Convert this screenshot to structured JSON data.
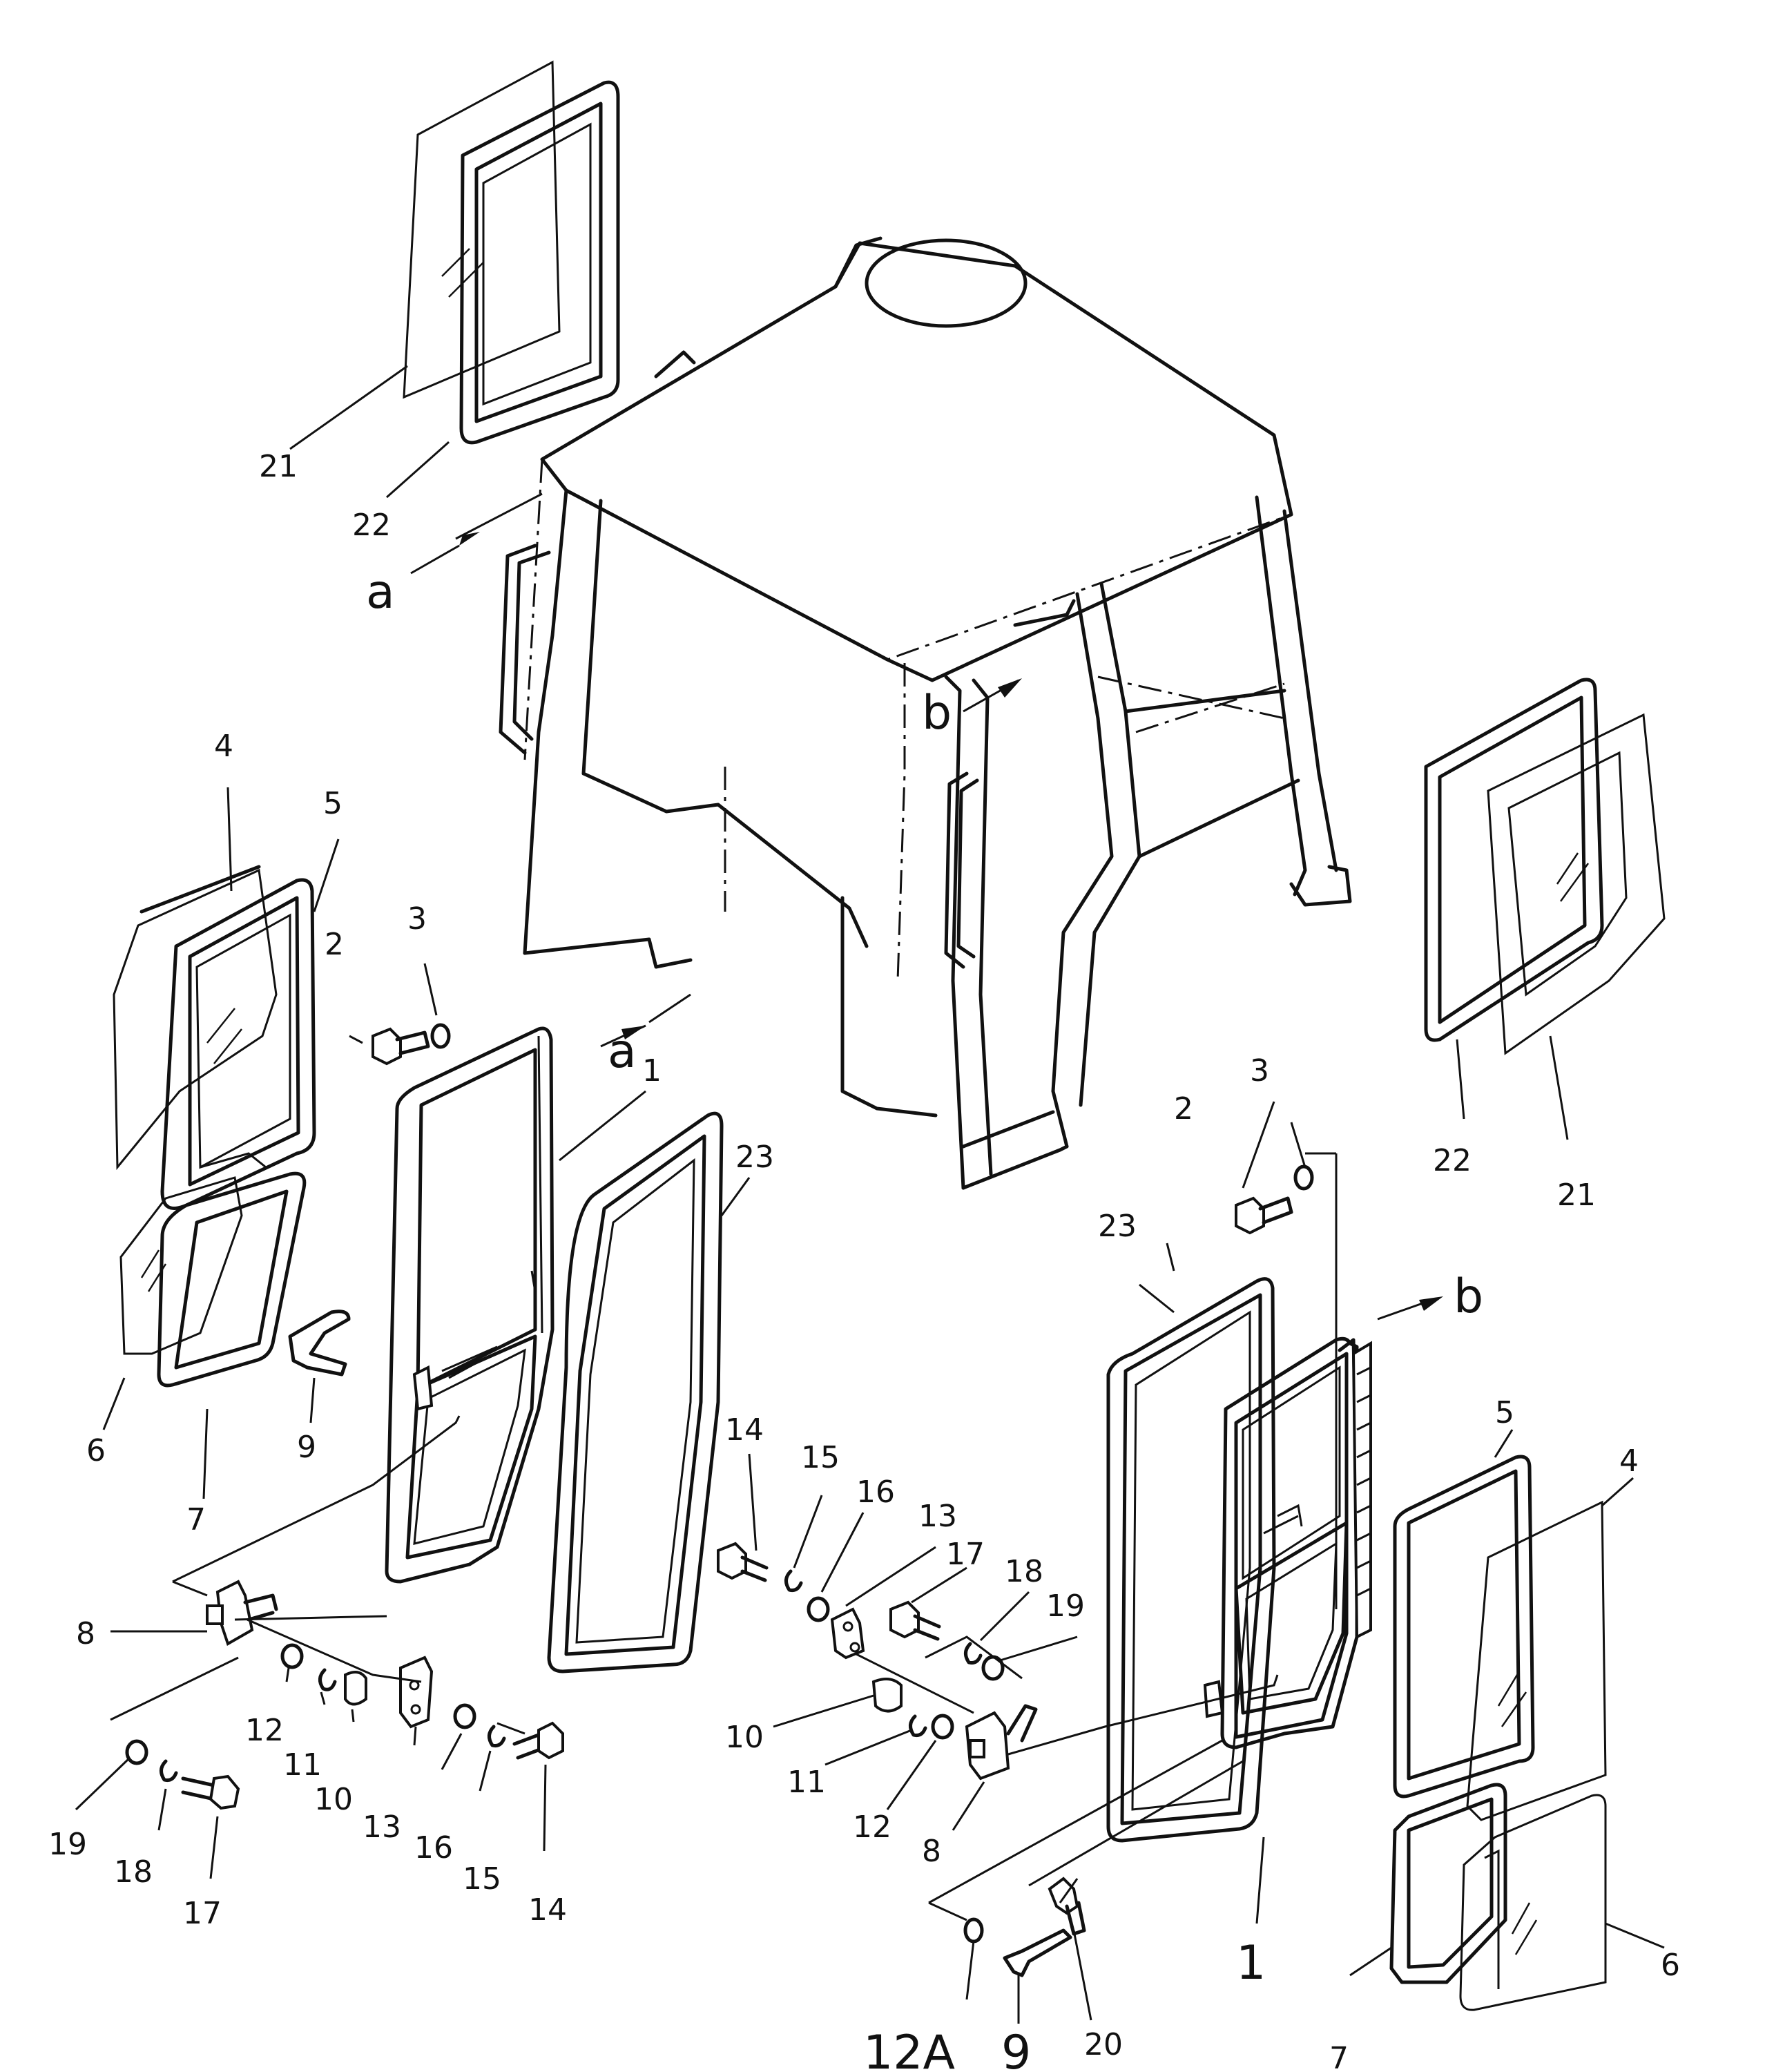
{
  "diagram": {
    "view_labels": {
      "a": "a",
      "b": "b"
    },
    "callouts": {
      "c1": "1",
      "c2": "2",
      "c3": "3",
      "c4": "4",
      "c5": "5",
      "c6": "6",
      "c7": "7",
      "c8": "8",
      "c9": "9",
      "c10": "10",
      "c11": "11",
      "c12": "12",
      "c12a": "12A",
      "c13": "13",
      "c14": "14",
      "c15": "15",
      "c16": "16",
      "c17": "17",
      "c18": "18",
      "c19": "19",
      "c20": "20",
      "c21": "21",
      "c22": "22",
      "c23": "23"
    }
  }
}
